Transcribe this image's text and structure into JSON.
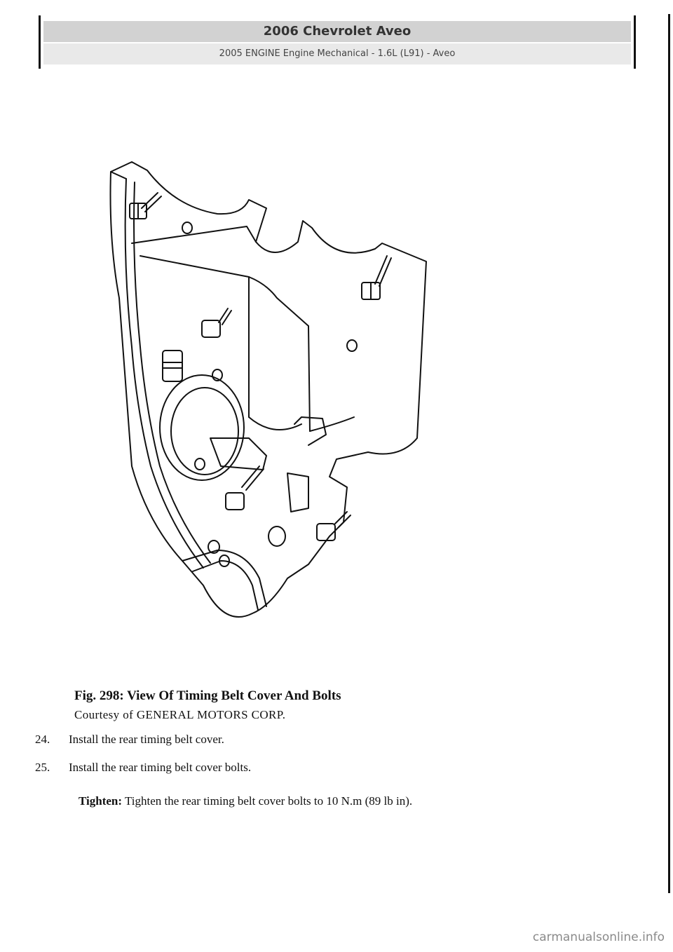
{
  "header": {
    "title": "2006 Chevrolet Aveo",
    "subtitle": "2005 ENGINE Engine Mechanical - 1.6L (L91) - Aveo"
  },
  "figure": {
    "caption": "Fig. 298: View Of Timing Belt Cover And Bolts",
    "credit": "Courtesy of GENERAL MOTORS CORP."
  },
  "steps": [
    {
      "number": "24.",
      "text": "Install the rear timing belt cover."
    },
    {
      "number": "25.",
      "text": "Install the rear timing belt cover bolts."
    }
  ],
  "tighten": {
    "label": "Tighten:",
    "text": "Tighten the rear timing belt cover bolts to 10 N.m (89 lb in)."
  },
  "watermark": "carmanualsonline.info"
}
